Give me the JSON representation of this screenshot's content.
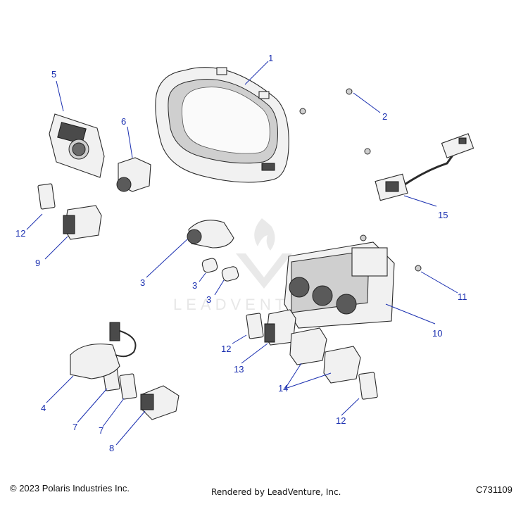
{
  "callouts": {
    "c1": "1",
    "c2": "2",
    "c3a": "3",
    "c3b": "3",
    "c3c": "3",
    "c4": "4",
    "c5": "5",
    "c6": "6",
    "c7a": "7",
    "c7b": "7",
    "c8": "8",
    "c9": "9",
    "c10": "10",
    "c11": "11",
    "c12a": "12",
    "c12b": "12",
    "c12c": "12",
    "c13": "13",
    "c14": "14",
    "c15": "15"
  },
  "footer": {
    "copyright": "© 2023 Polaris Industries Inc.",
    "rendered": "Rendered by LeadVenture, Inc.",
    "drawing_number": "C731109"
  },
  "watermark": "LEADVENTURE",
  "colors": {
    "callout": "#1a2fb0",
    "line": "#2a2a2a"
  }
}
